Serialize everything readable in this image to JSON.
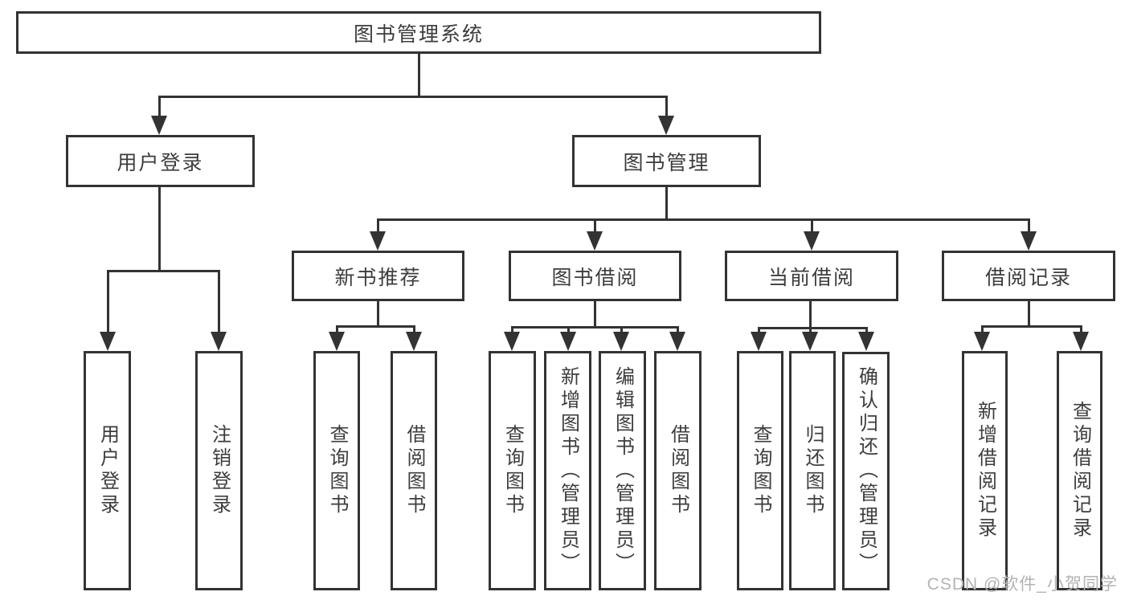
{
  "diagram": {
    "tree": {
      "label": "图书管理系统",
      "children": [
        {
          "label": "用户登录",
          "children": [
            {
              "label": "用户登录"
            },
            {
              "label": "注销登录"
            }
          ]
        },
        {
          "label": "图书管理",
          "children": [
            {
              "label": "新书推荐",
              "children": [
                {
                  "label": "查询图书"
                },
                {
                  "label": "借阅图书"
                }
              ]
            },
            {
              "label": "图书借阅",
              "children": [
                {
                  "label": "查询图书"
                },
                {
                  "label": "新增图书（管理员）"
                },
                {
                  "label": "编辑图书（管理员）"
                },
                {
                  "label": "借阅图书"
                }
              ]
            },
            {
              "label": "当前借阅",
              "children": [
                {
                  "label": "查询图书"
                },
                {
                  "label": "归还图书"
                },
                {
                  "label": "确认归还（管理员）"
                }
              ]
            },
            {
              "label": "借阅记录",
              "children": [
                {
                  "label": "新增借阅记录"
                },
                {
                  "label": "查询借阅记录"
                }
              ]
            }
          ]
        }
      ]
    },
    "watermark": "CSDN @软件_小贺同学",
    "colors": {
      "line": "#333333",
      "text": "#3d3d3d",
      "watermark": "#b3b3b3",
      "background": "#ffffff"
    }
  }
}
